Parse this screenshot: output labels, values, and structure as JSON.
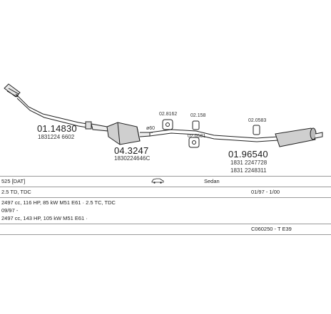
{
  "parts": {
    "front_pipe": {
      "number": "01.14830",
      "oem": "1831224 6602"
    },
    "catalyst": {
      "number": "04.3247",
      "oem": "1830224646C"
    },
    "rear_silencer": {
      "number": "01.96540",
      "oem_1": "1831 2247728",
      "oem_2": "1831 2248311"
    },
    "mount_1": {
      "number": "02.8162"
    },
    "mount_2": {
      "number": "02.158"
    },
    "mount_3": {
      "number": "02.0581"
    },
    "mount_4": {
      "number": "02.0583"
    },
    "diameter": "ø60"
  },
  "info": {
    "model": "525 [DAT]",
    "body_type": "Sedan",
    "engine_1": "2.5 TD, TDC",
    "years": "01/97 - 1/00",
    "engine_2": "2497 cc, 116 HP, 85 kW M51 E61 · 2.5 TC, TDC",
    "year_from": "09/97 -",
    "engine_3": "2497 cc, 143 HP, 105 kW M51 E61 ·",
    "code": "C060250 - T E39"
  }
}
